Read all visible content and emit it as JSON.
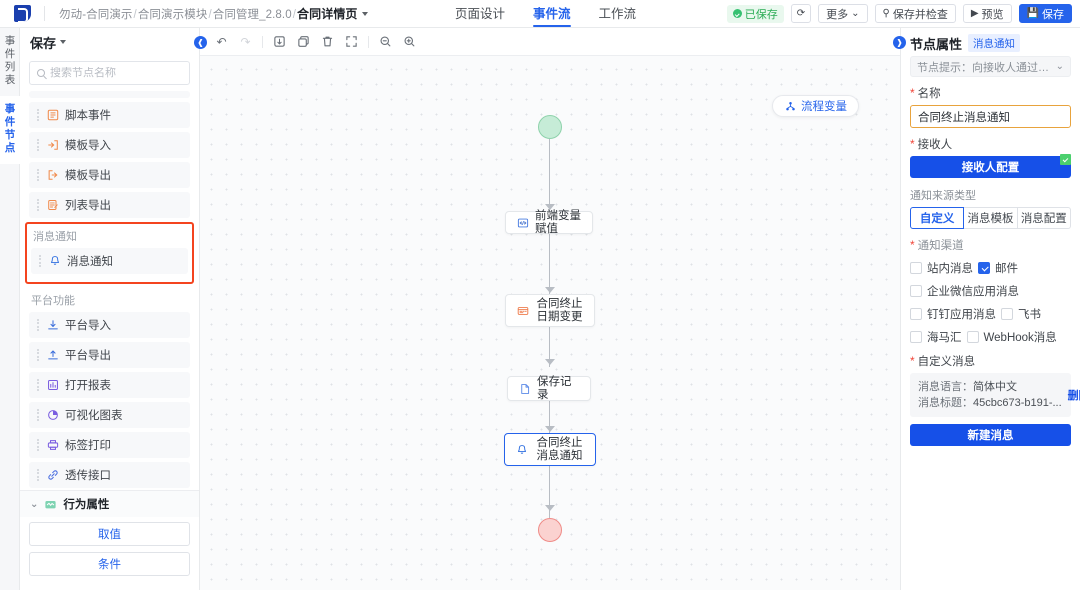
{
  "topbar": {
    "logo": "logo-icon",
    "breadcrumb": {
      "parts": [
        "勿动-合同演示",
        "合同演示模块",
        "合同管理_2.8.0"
      ],
      "current": "合同详情页"
    },
    "tabs": [
      {
        "label": "页面设计",
        "active": false
      },
      {
        "label": "事件流",
        "active": true
      },
      {
        "label": "工作流",
        "active": false
      }
    ],
    "saved_status": "已保存",
    "refresh_label": "refresh-icon",
    "more_label": "更多",
    "check_label": "保存并检查",
    "preview_label": "预览",
    "save_label": "保存"
  },
  "rail": {
    "items": [
      {
        "label": "事件列表",
        "active": false
      },
      {
        "label": "事件节点",
        "active": true
      }
    ]
  },
  "left_panel": {
    "title": "保存",
    "search_placeholder": "搜索节点名称",
    "search_value": "",
    "groups": [
      {
        "label": "",
        "highlight": false,
        "partial_top": true,
        "items": [
          {
            "label": "脚本事件",
            "icon": "script-icon",
            "color": "#f08a4b"
          },
          {
            "label": "模板导入",
            "icon": "template-import-icon",
            "color": "#f08a4b"
          },
          {
            "label": "模板导出",
            "icon": "template-export-icon",
            "color": "#f08a4b"
          },
          {
            "label": "列表导出",
            "icon": "list-export-icon",
            "color": "#f08a4b"
          }
        ]
      },
      {
        "label": "消息通知",
        "highlight": true,
        "partial_top": false,
        "items": [
          {
            "label": "消息通知",
            "icon": "bell-icon",
            "color": "#2f6fe0"
          }
        ]
      },
      {
        "label": "平台功能",
        "highlight": false,
        "partial_top": false,
        "items": [
          {
            "label": "平台导入",
            "icon": "platform-import-icon",
            "color": "#3a6ddb"
          },
          {
            "label": "平台导出",
            "icon": "platform-export-icon",
            "color": "#3a6ddb"
          },
          {
            "label": "打开报表",
            "icon": "report-icon",
            "color": "#7a5de0"
          },
          {
            "label": "可视化图表",
            "icon": "pie-chart-icon",
            "color": "#7a5de0"
          },
          {
            "label": "标签打印",
            "icon": "printer-icon",
            "color": "#7a5de0"
          },
          {
            "label": "透传接口",
            "icon": "link-icon",
            "color": "#4a6ee0"
          }
        ]
      }
    ],
    "footer": {
      "section_label": "行为属性",
      "section_icon": "behavior-icon",
      "buttons": [
        "取值",
        "条件"
      ]
    }
  },
  "canvas": {
    "toolbar_icons": [
      "undo-icon",
      "redo-icon",
      "sep",
      "insert-icon",
      "copy-icon",
      "delete-icon",
      "fit-icon",
      "sep",
      "zoom-out-icon",
      "zoom-in-icon"
    ],
    "flow_variable_label": "流程变量",
    "nodes": [
      {
        "type": "start",
        "label": ""
      },
      {
        "type": "step",
        "label": "前端变量赋值",
        "icon": "code-icon",
        "selected": false
      },
      {
        "type": "step",
        "label": "合同终止日期变更",
        "icon": "form-icon",
        "selected": false
      },
      {
        "type": "step",
        "label": "保存记录",
        "icon": "doc-icon",
        "selected": false
      },
      {
        "type": "step",
        "label": "合同终止消息通知",
        "icon": "bell-icon",
        "selected": true
      },
      {
        "type": "end",
        "label": ""
      }
    ]
  },
  "right_panel": {
    "title": "节点属性",
    "badge": "消息通知",
    "node_hint": "节点提示：向接收人通过维护的渠",
    "name_label": "名称",
    "name_value": "合同终止消息通知",
    "receiver_label": "接收人",
    "receiver_button": "接收人配置",
    "source_type_label": "通知来源类型",
    "source_types": [
      {
        "label": "自定义",
        "active": true
      },
      {
        "label": "消息模板",
        "active": false
      },
      {
        "label": "消息配置",
        "active": false
      }
    ],
    "channel_label": "通知渠道",
    "channels": [
      [
        {
          "label": "站内消息",
          "checked": false
        },
        {
          "label": "邮件",
          "checked": true
        }
      ],
      [
        {
          "label": "企业微信应用消息",
          "checked": false
        }
      ],
      [
        {
          "label": "钉钉应用消息",
          "checked": false
        },
        {
          "label": "飞书",
          "checked": false
        }
      ],
      [
        {
          "label": "海马汇",
          "checked": false
        },
        {
          "label": "WebHook消息",
          "checked": false
        }
      ]
    ],
    "custom_msg_label": "自定义消息",
    "message": {
      "lang_key": "消息语言：",
      "lang_value": "简体中文",
      "title_key": "消息标题：",
      "title_value": "45cbc673-b191-...",
      "delete_label": "删除"
    },
    "new_message_button": "新建消息"
  },
  "colors": {
    "accent": "#2563eb",
    "primary_button": "#1650e8",
    "highlight_outline": "#f4441f",
    "success": "#37c172",
    "input_focus": "#e8a33d"
  }
}
